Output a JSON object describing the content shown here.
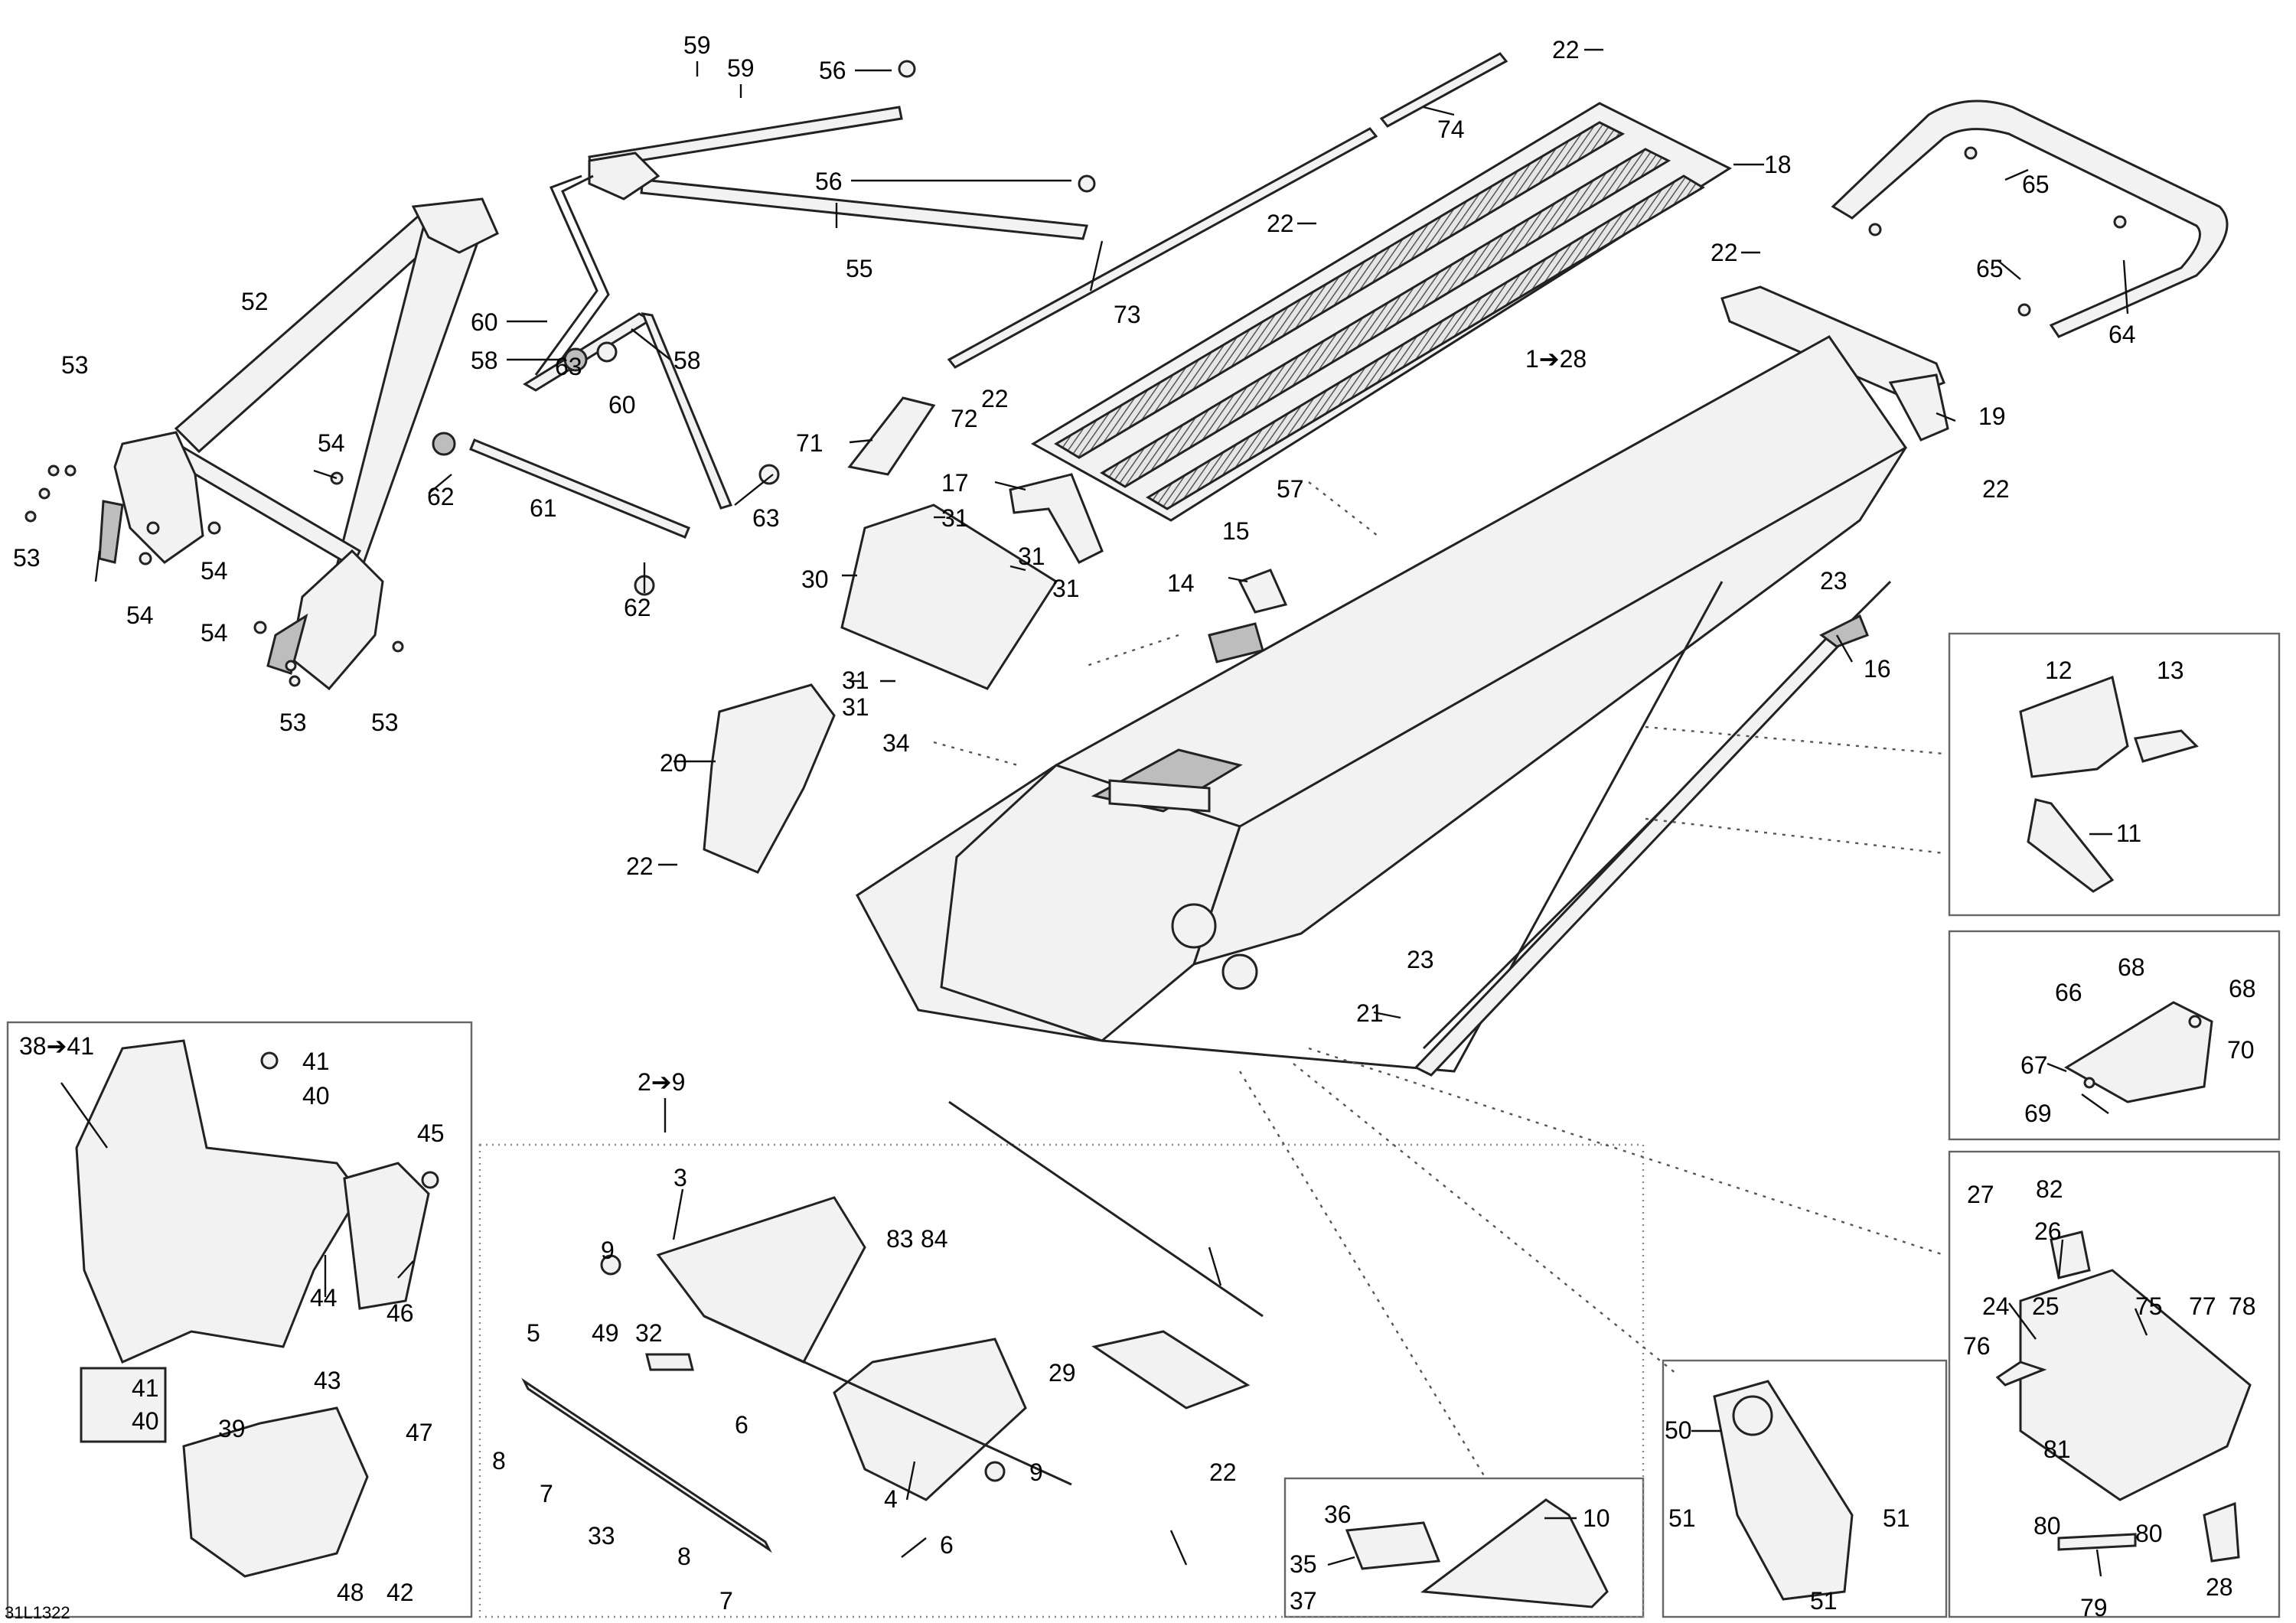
{
  "figure": {
    "code": "31L1322"
  },
  "callouts": [
    {
      "id": "c1",
      "text": "59"
    },
    {
      "id": "c2",
      "text": "59"
    },
    {
      "id": "c3",
      "text": "56"
    },
    {
      "id": "c4",
      "text": "56"
    },
    {
      "id": "c5",
      "text": "55"
    },
    {
      "id": "c6",
      "text": "74"
    },
    {
      "id": "c7",
      "text": "22"
    },
    {
      "id": "c8",
      "text": "18"
    },
    {
      "id": "c9",
      "text": "22"
    },
    {
      "id": "c10",
      "text": "73"
    },
    {
      "id": "c11",
      "text": "22"
    },
    {
      "id": "c12",
      "text": "65"
    },
    {
      "id": "c13",
      "text": "65"
    },
    {
      "id": "c14",
      "text": "64"
    },
    {
      "id": "c15",
      "text": "52"
    },
    {
      "id": "c16",
      "text": "60"
    },
    {
      "id": "c17",
      "text": "58"
    },
    {
      "id": "c18",
      "text": "58"
    },
    {
      "id": "c19",
      "text": "63"
    },
    {
      "id": "c20",
      "text": "60"
    },
    {
      "id": "c21",
      "text": "62"
    },
    {
      "id": "c22",
      "text": "61"
    },
    {
      "id": "c23",
      "text": "63"
    },
    {
      "id": "c24",
      "text": "62"
    },
    {
      "id": "c25",
      "text": "53"
    },
    {
      "id": "c26",
      "text": "53"
    },
    {
      "id": "c27",
      "text": "54"
    },
    {
      "id": "c28",
      "text": "54"
    },
    {
      "id": "c29",
      "text": "54"
    },
    {
      "id": "c30",
      "text": "54"
    },
    {
      "id": "c31",
      "text": "53"
    },
    {
      "id": "c32",
      "text": "53"
    },
    {
      "id": "c33",
      "text": "71"
    },
    {
      "id": "c34",
      "text": "72"
    },
    {
      "id": "c35",
      "text": "22"
    },
    {
      "id": "c36",
      "text": "17"
    },
    {
      "id": "c37",
      "text": "1➔28"
    },
    {
      "id": "c38",
      "text": "19"
    },
    {
      "id": "c39",
      "text": "22"
    },
    {
      "id": "c40",
      "text": "57"
    },
    {
      "id": "c41",
      "text": "15"
    },
    {
      "id": "c42",
      "text": "14"
    },
    {
      "id": "c43",
      "text": "31"
    },
    {
      "id": "c44",
      "text": "31"
    },
    {
      "id": "c45",
      "text": "31"
    },
    {
      "id": "c46",
      "text": "30"
    },
    {
      "id": "c47",
      "text": "31"
    },
    {
      "id": "c48",
      "text": "31"
    },
    {
      "id": "c49",
      "text": "34"
    },
    {
      "id": "c50",
      "text": "20"
    },
    {
      "id": "c51",
      "text": "22"
    },
    {
      "id": "c52",
      "text": "23"
    },
    {
      "id": "c53",
      "text": "16"
    },
    {
      "id": "c54",
      "text": "12"
    },
    {
      "id": "c55",
      "text": "13"
    },
    {
      "id": "c56",
      "text": "11"
    },
    {
      "id": "c57",
      "text": "68"
    },
    {
      "id": "c58",
      "text": "68"
    },
    {
      "id": "c59",
      "text": "66"
    },
    {
      "id": "c60",
      "text": "70"
    },
    {
      "id": "c61",
      "text": "67"
    },
    {
      "id": "c62",
      "text": "69"
    },
    {
      "id": "c63",
      "text": "23"
    },
    {
      "id": "c64",
      "text": "21"
    },
    {
      "id": "c65",
      "text": "38➔41"
    },
    {
      "id": "c66",
      "text": "41"
    },
    {
      "id": "c67",
      "text": "40"
    },
    {
      "id": "c68",
      "text": "45"
    },
    {
      "id": "c69",
      "text": "44"
    },
    {
      "id": "c70",
      "text": "46"
    },
    {
      "id": "c71",
      "text": "41"
    },
    {
      "id": "c72",
      "text": "40"
    },
    {
      "id": "c73",
      "text": "43"
    },
    {
      "id": "c74",
      "text": "39"
    },
    {
      "id": "c75",
      "text": "47"
    },
    {
      "id": "c76",
      "text": "48"
    },
    {
      "id": "c77",
      "text": "42"
    },
    {
      "id": "c78",
      "text": "2➔9"
    },
    {
      "id": "c79",
      "text": "3"
    },
    {
      "id": "c80",
      "text": "9"
    },
    {
      "id": "c81",
      "text": "83"
    },
    {
      "id": "c82",
      "text": "84"
    },
    {
      "id": "c83",
      "text": "5"
    },
    {
      "id": "c84",
      "text": "49"
    },
    {
      "id": "c85",
      "text": "32"
    },
    {
      "id": "c86",
      "text": "6"
    },
    {
      "id": "c87",
      "text": "29"
    },
    {
      "id": "c88",
      "text": "8"
    },
    {
      "id": "c89",
      "text": "7"
    },
    {
      "id": "c90",
      "text": "33"
    },
    {
      "id": "c91",
      "text": "4"
    },
    {
      "id": "c92",
      "text": "9"
    },
    {
      "id": "c93",
      "text": "6"
    },
    {
      "id": "c94",
      "text": "22"
    },
    {
      "id": "c95",
      "text": "8"
    },
    {
      "id": "c96",
      "text": "7"
    },
    {
      "id": "c97",
      "text": "36"
    },
    {
      "id": "c98",
      "text": "10"
    },
    {
      "id": "c99",
      "text": "35"
    },
    {
      "id": "c100",
      "text": "37"
    },
    {
      "id": "c101",
      "text": "50"
    },
    {
      "id": "c102",
      "text": "51"
    },
    {
      "id": "c103",
      "text": "51"
    },
    {
      "id": "c104",
      "text": "51"
    },
    {
      "id": "c105",
      "text": "27"
    },
    {
      "id": "c106",
      "text": "82"
    },
    {
      "id": "c107",
      "text": "26"
    },
    {
      "id": "c108",
      "text": "24"
    },
    {
      "id": "c109",
      "text": "25"
    },
    {
      "id": "c110",
      "text": "75"
    },
    {
      "id": "c111",
      "text": "77"
    },
    {
      "id": "c112",
      "text": "78"
    },
    {
      "id": "c113",
      "text": "76"
    },
    {
      "id": "c114",
      "text": "81"
    },
    {
      "id": "c115",
      "text": "80"
    },
    {
      "id": "c116",
      "text": "80"
    },
    {
      "id": "c117",
      "text": "28"
    },
    {
      "id": "c118",
      "text": "79"
    }
  ]
}
